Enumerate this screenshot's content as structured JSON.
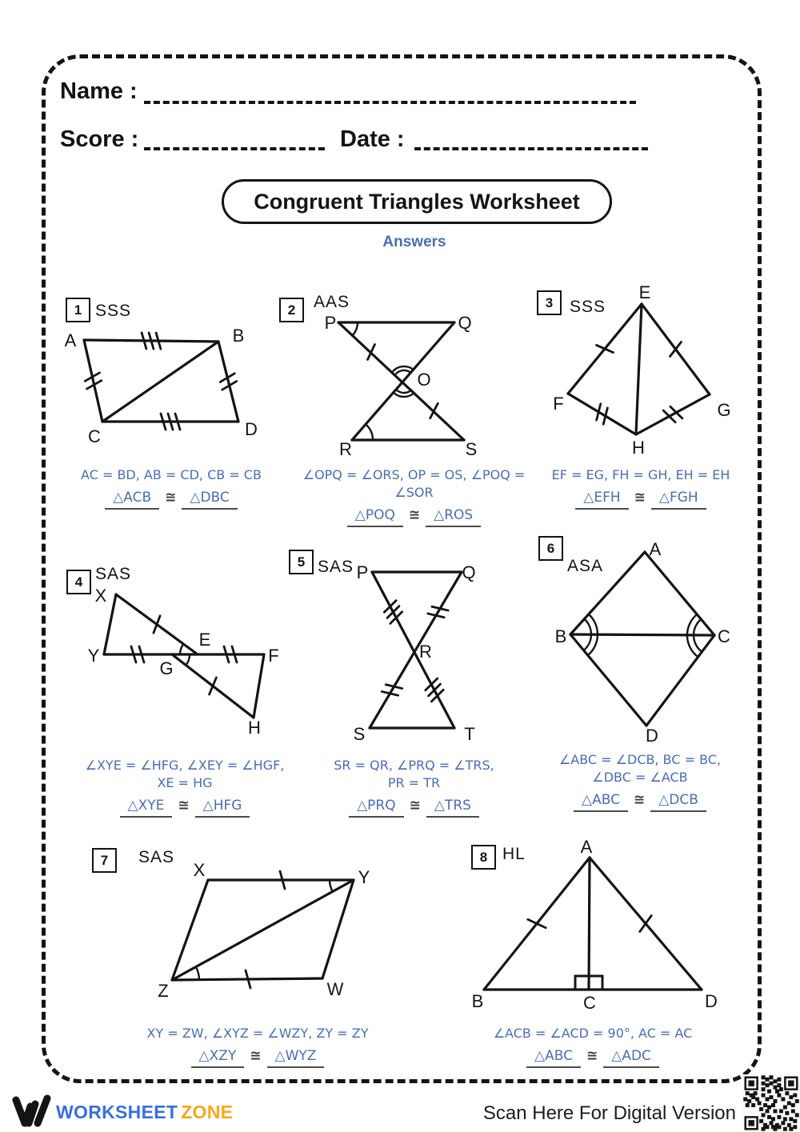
{
  "header": {
    "name_label": "Name :",
    "score_label": "Score :",
    "date_label": "Date :",
    "title": "Congruent Triangles Worksheet",
    "subtitle": "Answers"
  },
  "colors": {
    "answer_blue": "#4a6db6",
    "logo_blue": "#3a6ee0",
    "logo_orange": "#f8a81b",
    "logo_red": "#e8405c",
    "ink": "#141414"
  },
  "problems": [
    {
      "number": "1",
      "method": "SSS",
      "vertices": [
        "A",
        "B",
        "C",
        "D"
      ],
      "answer_lines": [
        "AC = BD, AB = CD, CB = CB"
      ],
      "congruence": {
        "left": "△ACB",
        "symbol": "≅",
        "right": "△DBC"
      }
    },
    {
      "number": "2",
      "method": "AAS",
      "vertices": [
        "P",
        "Q",
        "O",
        "R",
        "S"
      ],
      "answer_lines": [
        "∠OPQ = ∠ORS, OP = OS, ∠POQ = ∠SOR"
      ],
      "congruence": {
        "left": "△POQ",
        "symbol": "≅",
        "right": "△ROS"
      }
    },
    {
      "number": "3",
      "method": "SSS",
      "vertices": [
        "E",
        "F",
        "G",
        "H"
      ],
      "answer_lines": [
        "EF = EG, FH = GH, EH = EH"
      ],
      "congruence": {
        "left": "△EFH",
        "symbol": "≅",
        "right": "△FGH"
      }
    },
    {
      "number": "4",
      "method": "SAS",
      "vertices": [
        "X",
        "Y",
        "E",
        "G",
        "F",
        "H"
      ],
      "answer_lines": [
        "∠XYE = ∠HFG, ∠XEY = ∠HGF,",
        "XE = HG"
      ],
      "congruence": {
        "left": "△XYE",
        "symbol": "≅",
        "right": "△HFG"
      }
    },
    {
      "number": "5",
      "method": "SAS",
      "vertices": [
        "P",
        "Q",
        "R",
        "S",
        "T"
      ],
      "answer_lines": [
        "SR = QR, ∠PRQ = ∠TRS,",
        "PR = TR"
      ],
      "congruence": {
        "left": "△PRQ",
        "symbol": "≅",
        "right": "△TRS"
      }
    },
    {
      "number": "6",
      "method": "ASA",
      "vertices": [
        "A",
        "B",
        "C",
        "D"
      ],
      "answer_lines": [
        "∠ABC = ∠DCB, BC = BC,",
        "∠DBC = ∠ACB"
      ],
      "congruence": {
        "left": "△ABC",
        "symbol": "≅",
        "right": "△DCB"
      }
    },
    {
      "number": "7",
      "method": "SAS",
      "vertices": [
        "X",
        "Y",
        "Z",
        "W"
      ],
      "answer_lines": [
        "XY = ZW, ∠XYZ = ∠WZY, ZY = ZY"
      ],
      "congruence": {
        "left": "△XZY",
        "symbol": "≅",
        "right": "△WYZ"
      }
    },
    {
      "number": "8",
      "method": "HL",
      "vertices": [
        "A",
        "B",
        "C",
        "D"
      ],
      "answer_lines": [
        "∠ACB = ∠ACD = 90°, AC = AC"
      ],
      "congruence": {
        "left": "△ABC",
        "symbol": "≅",
        "right": "△ADC"
      }
    }
  ],
  "footer": {
    "logo_word_1": "WORKSHEET",
    "logo_word_2": "ZONE",
    "scan_text": "Scan Here For Digital Version"
  }
}
